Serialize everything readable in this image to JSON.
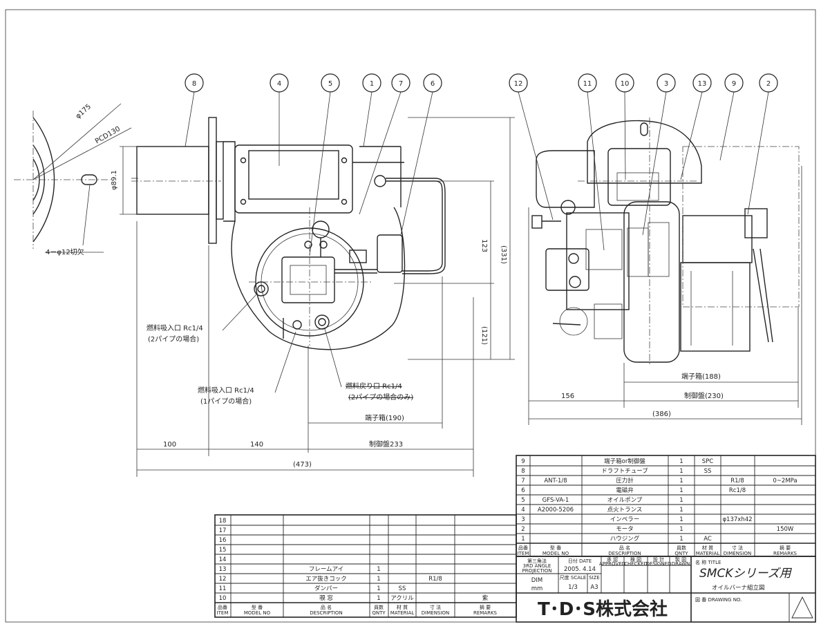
{
  "balloons": [
    "8",
    "4",
    "5",
    "1",
    "7",
    "6",
    "12",
    "11",
    "10",
    "3",
    "13",
    "9",
    "2"
  ],
  "left_view": {
    "dims": {
      "phi175": "φ175",
      "pcd130": "PCD130",
      "phi89": "φ89.1",
      "holes": "4－φ12切欠",
      "d123": "123",
      "d331": "(331)",
      "d121": "(121)",
      "d100": "100",
      "d140": "140",
      "ctrl233": "制御盤233",
      "term190": "端子箱(190)",
      "total473": "(473)"
    },
    "notes": {
      "inlet2_line1": "燃料吸入口 Rc1/4",
      "inlet2_line2": "(2パイプの場合)",
      "inlet1_line1": "燃料吸入口 Rc1/4",
      "inlet1_line2": "(1パイプの場合)",
      "return_line1": "燃料戻り口 Rc1/4",
      "return_line2": "(2パイプの場合のみ)"
    }
  },
  "right_view": {
    "dims": {
      "term188": "端子箱(188)",
      "d156": "156",
      "ctrl230": "制御盤(230)",
      "total386": "(386)"
    }
  },
  "parts_right": [
    {
      "no": "9",
      "model": "",
      "name": "端子箱or制御盤",
      "qty": "1",
      "mat": "SPC",
      "dim": "",
      "rem": ""
    },
    {
      "no": "8",
      "model": "",
      "name": "ドラフトチューブ",
      "qty": "1",
      "mat": "SS",
      "dim": "",
      "rem": ""
    },
    {
      "no": "7",
      "model": "ANT-1/8",
      "name": "圧力計",
      "qty": "1",
      "mat": "",
      "dim": "R1/8",
      "rem": "0~2MPa"
    },
    {
      "no": "6",
      "model": "",
      "name": "電磁弁",
      "qty": "1",
      "mat": "",
      "dim": "Rc1/8",
      "rem": ""
    },
    {
      "no": "5",
      "model": "GFS-VA-1",
      "name": "オイルポンプ",
      "qty": "1",
      "mat": "",
      "dim": "",
      "rem": ""
    },
    {
      "no": "4",
      "model": "A2000-5206",
      "name": "点火トランス",
      "qty": "1",
      "mat": "",
      "dim": "",
      "rem": ""
    },
    {
      "no": "3",
      "model": "",
      "name": "インペラー",
      "qty": "1",
      "mat": "",
      "dim": "φ137xh42",
      "rem": ""
    },
    {
      "no": "2",
      "model": "",
      "name": "モータ",
      "qty": "1",
      "mat": "",
      "dim": "",
      "rem": "150W"
    },
    {
      "no": "1",
      "model": "",
      "name": "ハウジング",
      "qty": "1",
      "mat": "AC",
      "dim": "",
      "rem": ""
    }
  ],
  "parts_right_header": {
    "no": "品番",
    "no_en": "ITEM",
    "model": "型 番",
    "model_en": "MODEL NO",
    "name": "品 名",
    "name_en": "DESCRIPTION",
    "qty": "員数",
    "qty_en": "QNTY",
    "mat": "材 質",
    "mat_en": "MATERIAL",
    "dim": "寸 法",
    "dim_en": "DIMENSION",
    "rem": "摘 要",
    "rem_en": "REMARKS"
  },
  "parts_left": [
    {
      "no": "18",
      "model": "",
      "name": "",
      "qty": "",
      "mat": "",
      "dim": "",
      "rem": ""
    },
    {
      "no": "17",
      "model": "",
      "name": "",
      "qty": "",
      "mat": "",
      "dim": "",
      "rem": ""
    },
    {
      "no": "16",
      "model": "",
      "name": "",
      "qty": "",
      "mat": "",
      "dim": "",
      "rem": ""
    },
    {
      "no": "15",
      "model": "",
      "name": "",
      "qty": "",
      "mat": "",
      "dim": "",
      "rem": ""
    },
    {
      "no": "14",
      "model": "",
      "name": "",
      "qty": "",
      "mat": "",
      "dim": "",
      "rem": ""
    },
    {
      "no": "13",
      "model": "",
      "name": "フレームアイ",
      "qty": "1",
      "mat": "",
      "dim": "",
      "rem": ""
    },
    {
      "no": "12",
      "model": "",
      "name": "エア抜きコック",
      "qty": "1",
      "mat": "",
      "dim": "R1/8",
      "rem": ""
    },
    {
      "no": "11",
      "model": "",
      "name": "ダンパー",
      "qty": "1",
      "mat": "SS",
      "dim": "",
      "rem": ""
    },
    {
      "no": "10",
      "model": "",
      "name": "覗 窓",
      "qty": "1",
      "mat": "アクリル",
      "dim": "",
      "rem": "紫"
    }
  ],
  "parts_left_header": {
    "no": "品番",
    "no_en": "ITEM",
    "model": "型 番",
    "model_en": "MODEL NO",
    "name": "品 名",
    "name_en": "DESCRIPTION",
    "qty": "員数",
    "qty_en": "QNTY",
    "mat": "材 質",
    "mat_en": "MATERIAL",
    "dim": "寸 法",
    "dim_en": "DIMENSION",
    "rem": "摘 要",
    "rem_en": "REMARKS"
  },
  "title_block": {
    "projection_jp": "第三角法",
    "projection_en1": "3RD ANGLE",
    "projection_en2": "PROJECTION",
    "date_label": "日付 DATE",
    "date_value": "2005. 4.14",
    "approved": "承 認",
    "approved_en": "APPROVED",
    "checked": "検 図",
    "checked_en": "CHECKED",
    "designed": "設 計",
    "designed_en": "DESIGNED",
    "drawn": "製 図",
    "drawn_en": "DRAWN",
    "dim_label": "DIM",
    "dim_unit": "mm",
    "scale_label": "尺度 SCALE",
    "scale_value": "1/3",
    "size_label": "SIZE",
    "size_value": "A3",
    "title_label": "名 称 TITLE",
    "title_hand": "SMCKシリーズ用",
    "subtitle": "オイルバーナ組立図",
    "drawing_no_label": "図 番 DRAWING NO.",
    "company": "T･D･S株式会社"
  }
}
